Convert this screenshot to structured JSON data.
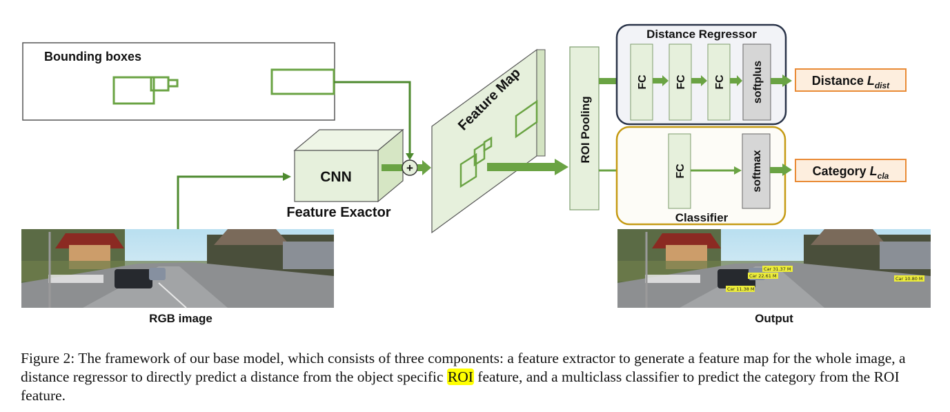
{
  "diagram": {
    "bounding_boxes_label": "Bounding boxes",
    "cnn_label": "CNN",
    "feature_extractor_label": "Feature Exactor",
    "plus_symbol": "+",
    "feature_map_label": "Feature Map",
    "roi_pooling_label": "ROI Pooling",
    "distance_regressor_title": "Distance Regressor",
    "fc_label": "FC",
    "softplus_label": "softplus",
    "softmax_label": "softmax",
    "classifier_title": "Classifier",
    "distance_output": {
      "text": "Distance ",
      "symbol": "L",
      "subscript": "dist"
    },
    "category_output": {
      "text": "Category ",
      "symbol": "L",
      "subscript": "cla"
    },
    "rgb_image_label": "RGB image",
    "output_label": "Output",
    "detections": [
      {
        "label": "Car 11.38 M"
      },
      {
        "label": "Car 22.61 M"
      },
      {
        "label": "Car 31.37 M"
      },
      {
        "label": "Car 10.80 M"
      }
    ],
    "colors": {
      "green_arrow": "#6aa343",
      "dark_green_line": "#4d8a2e",
      "block_fill": "#e6f0dc",
      "block_stroke": "#7d9c6d",
      "softplus_fill": "#d6d6d6",
      "regressor_border": "#2a3449",
      "regressor_fill": "#f2f3f7",
      "classifier_border": "#c59a13",
      "classifier_fill": "#fdfcf7",
      "output_box_fill": "#fdeede",
      "output_box_border": "#e98b36",
      "highlight": "#ffff00"
    }
  },
  "caption": {
    "part1": "Figure 2: The framework of our base model, which consists of three components: a feature extractor to generate a feature map for the whole image, a distance regressor to directly predict a distance from the object specific ",
    "highlight": "ROI",
    "part2": " feature, and a multiclass classifier to predict the category from the ROI feature."
  }
}
